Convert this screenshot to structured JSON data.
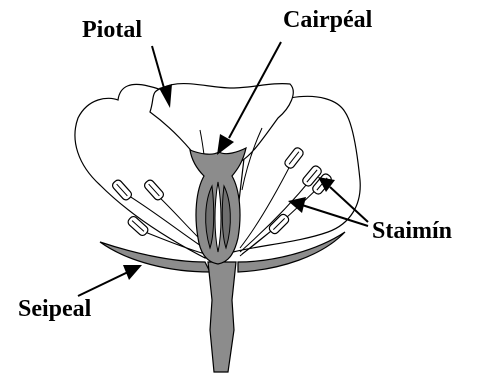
{
  "labels": {
    "petal": "Piotal",
    "carpel": "Cairpéal",
    "stamen": "Staimín",
    "sepal": "Seipeal"
  },
  "colors": {
    "line": "#000000",
    "fill_grey": "#8c8c8c",
    "background": "#ffffff"
  }
}
